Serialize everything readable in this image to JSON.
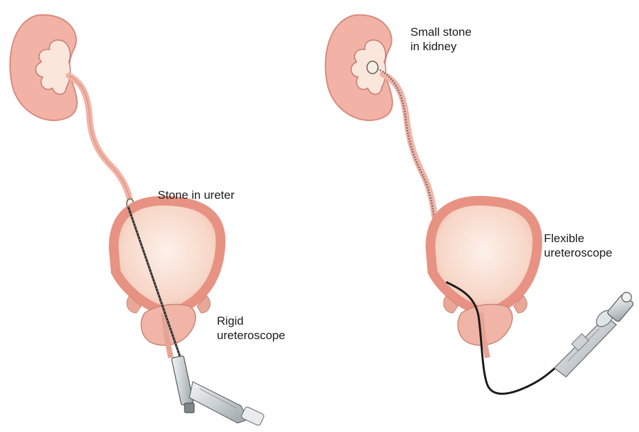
{
  "labels": {
    "stone_in_ureter": "Stone in ureter",
    "rigid_line1": "Rigid",
    "rigid_line2": "ureteroscope",
    "small_stone_line1": "Small stone",
    "small_stone_line2": "in kidney",
    "flexible_line1": "Flexible",
    "flexible_line2": "ureteroscope"
  },
  "colors": {
    "kidney": "#f2b3a6",
    "kidney_edge": "#d98a7c",
    "bladder_wall": "#ec9f93",
    "bladder_inner": "#fbe3d6",
    "scope_metal": "#cfd4d6",
    "scope_dark": "#2a2a2a"
  }
}
